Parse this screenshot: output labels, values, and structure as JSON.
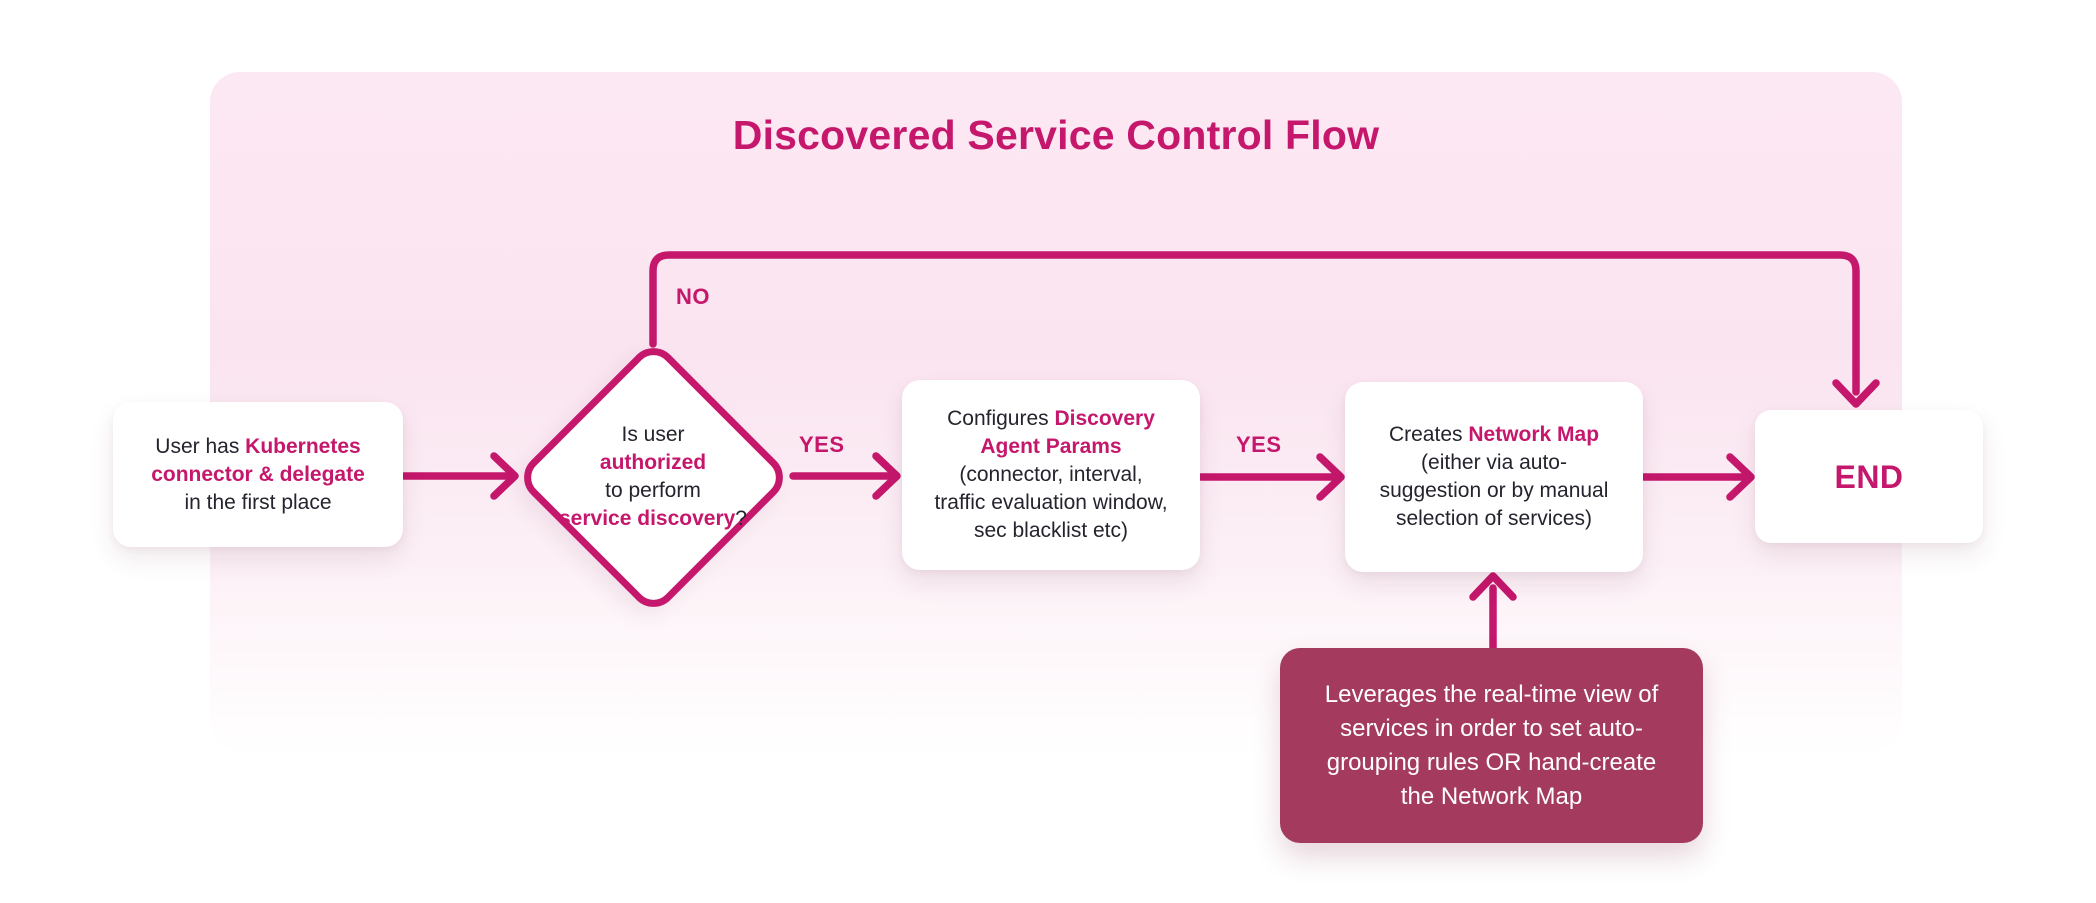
{
  "page": {
    "title": "Discovered Service Control Flow"
  },
  "colors": {
    "accent": "#c5176c",
    "canvas_pink_top": "#fce8f3",
    "canvas_fade_bottom": "#fffefe",
    "node_background": "#ffffff",
    "body_text": "#24242e",
    "note_background": "#a43b5f",
    "note_text": "#ffffff"
  },
  "edge_labels": {
    "no": "NO",
    "yes_decision_to_configure": "YES",
    "yes_configure_to_create": "YES"
  },
  "nodes": {
    "start": {
      "lines": [
        [
          {
            "text": "User has ",
            "accent": false
          },
          {
            "text": "Kubernetes",
            "accent": true
          }
        ],
        [
          {
            "text": "connector & delegate",
            "accent": true
          }
        ],
        [
          {
            "text": "in the first place",
            "accent": false
          }
        ]
      ]
    },
    "decision": {
      "lines": [
        [
          {
            "text": "Is user",
            "accent": false
          }
        ],
        [
          {
            "text": "authorized",
            "accent": true
          }
        ],
        [
          {
            "text": "to perform",
            "accent": false
          }
        ],
        [
          {
            "text": "service discovery",
            "accent": true
          },
          {
            "text": "?",
            "accent": false
          }
        ]
      ]
    },
    "configure": {
      "lines": [
        [
          {
            "text": "Configures ",
            "accent": false
          },
          {
            "text": "Discovery",
            "accent": true
          }
        ],
        [
          {
            "text": "Agent Params",
            "accent": true
          }
        ],
        [
          {
            "text": "(connector, interval,",
            "accent": false
          }
        ],
        [
          {
            "text": "traffic evaluation window,",
            "accent": false
          }
        ],
        [
          {
            "text": "sec blacklist etc)",
            "accent": false
          }
        ]
      ]
    },
    "create": {
      "lines": [
        [
          {
            "text": "Creates ",
            "accent": false
          },
          {
            "text": "Network Map",
            "accent": true
          }
        ],
        [
          {
            "text": "(either via auto-",
            "accent": false
          }
        ],
        [
          {
            "text": "suggestion or by manual",
            "accent": false
          }
        ],
        [
          {
            "text": "selection of services)",
            "accent": false
          }
        ]
      ]
    },
    "end": {
      "label": "END"
    },
    "note": {
      "lines": [
        "Leverages the real-time view of",
        "services in order to set auto-",
        "grouping rules OR hand-create",
        "the Network Map"
      ]
    }
  }
}
